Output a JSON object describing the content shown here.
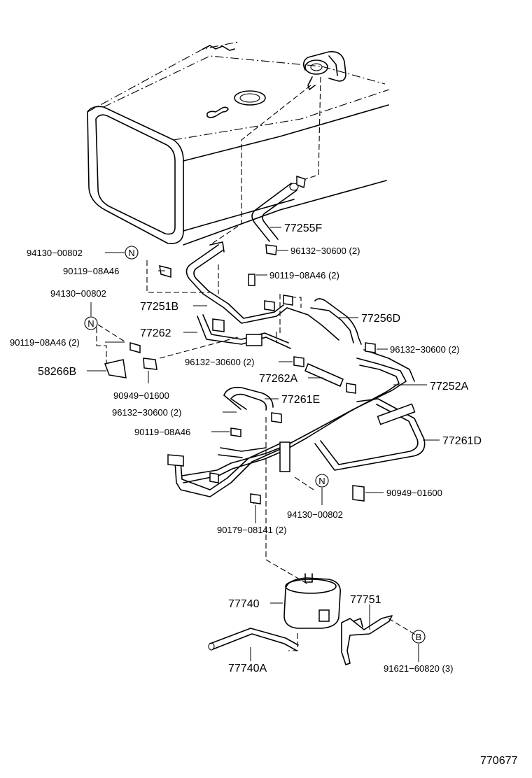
{
  "diagram_number": "770677",
  "parts": [
    {
      "id": "77255F",
      "text": "77255F"
    },
    {
      "id": "94130-00802-a",
      "text": "94130−00802"
    },
    {
      "id": "96132-30600-a",
      "text": "96132−30600 (2)"
    },
    {
      "id": "90119-08A46-a",
      "text": "90119−08A46"
    },
    {
      "id": "90119-08A46-b",
      "text": "90119−08A46 (2)"
    },
    {
      "id": "94130-00802-b",
      "text": "94130−00802"
    },
    {
      "id": "77251B",
      "text": "77251B"
    },
    {
      "id": "77256D",
      "text": "77256D"
    },
    {
      "id": "77262",
      "text": "77262"
    },
    {
      "id": "90119-08A46-c",
      "text": "90119−08A46 (2)"
    },
    {
      "id": "96132-30600-b",
      "text": "96132−30600 (2)"
    },
    {
      "id": "58266B",
      "text": "58266B"
    },
    {
      "id": "96132-30600-c",
      "text": "96132−30600 (2)"
    },
    {
      "id": "77262A",
      "text": "77262A"
    },
    {
      "id": "77252A",
      "text": "77252A"
    },
    {
      "id": "90949-01600-a",
      "text": "90949−01600"
    },
    {
      "id": "77261E",
      "text": "77261E"
    },
    {
      "id": "96132-30600-d",
      "text": "96132−30600 (2)"
    },
    {
      "id": "90119-08A46-d",
      "text": "90119−08A46"
    },
    {
      "id": "77261D",
      "text": "77261D"
    },
    {
      "id": "90949-01600-b",
      "text": "90949−01600"
    },
    {
      "id": "94130-00802-c",
      "text": "94130−00802"
    },
    {
      "id": "90179-08141",
      "text": "90179−08141 (2)"
    },
    {
      "id": "77740",
      "text": "77740"
    },
    {
      "id": "77751",
      "text": "77751"
    },
    {
      "id": "77740A",
      "text": "77740A"
    },
    {
      "id": "91621-60820",
      "text": "91621−60820 (3)"
    }
  ],
  "markers": {
    "n1": "N",
    "n2": "N",
    "n3": "N",
    "b1": "B"
  }
}
